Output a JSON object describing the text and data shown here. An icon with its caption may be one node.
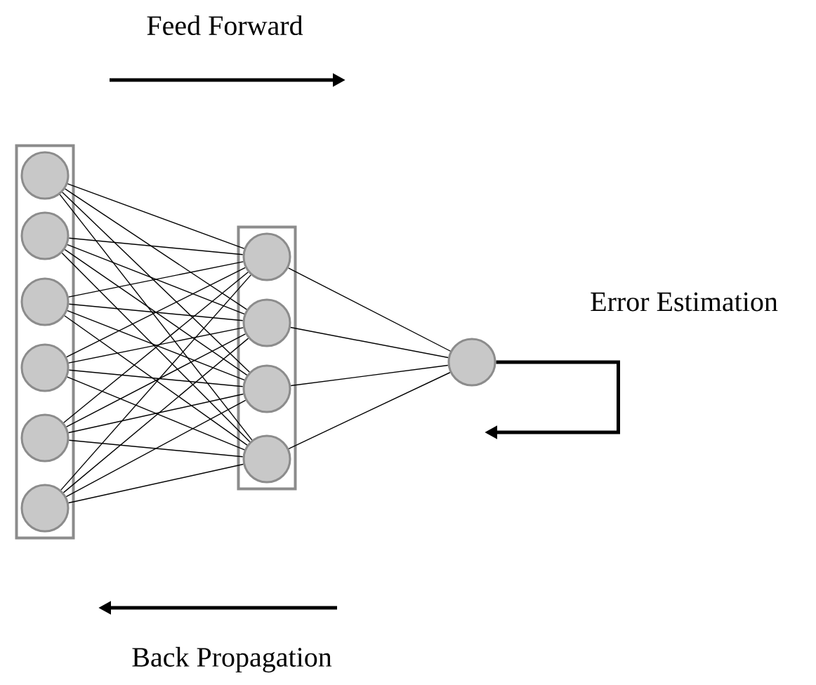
{
  "diagram": {
    "nodes": [
      {
        "text": [],
        "shape": "box"
      },
      {
        "text": [],
        "shape": "circle",
        "in": 0
      },
      {
        "text": [],
        "shape": "circle",
        "in": 0
      },
      {
        "text": [],
        "shape": "circle",
        "in": 0
      },
      {
        "text": [],
        "shape": "circle",
        "in": 0
      },
      {
        "text": [],
        "shape": "circle",
        "in": 0
      },
      {
        "text": [],
        "shape": "circle",
        "in": 0
      },
      {
        "text": [],
        "shape": "box"
      },
      {
        "text": [],
        "shape": "circle",
        "in": 7
      },
      {
        "text": [],
        "shape": "circle",
        "in": 7
      },
      {
        "text": [],
        "shape": "circle",
        "in": 7
      },
      {
        "text": [],
        "shape": "circle",
        "in": 7
      },
      {
        "text": [],
        "shape": "circle"
      }
    ],
    "edges": [
      {
        "from": 1,
        "to": 8,
        "arrow": "none"
      },
      {
        "from": 1,
        "to": 9,
        "arrow": "none"
      },
      {
        "from": 1,
        "to": 10,
        "arrow": "none"
      },
      {
        "from": 1,
        "to": 11,
        "arrow": "none"
      },
      {
        "from": 2,
        "to": 8,
        "arrow": "none"
      },
      {
        "from": 2,
        "to": 9,
        "arrow": "none"
      },
      {
        "from": 2,
        "to": 10,
        "arrow": "none"
      },
      {
        "from": 2,
        "to": 11,
        "arrow": "none"
      },
      {
        "from": 3,
        "to": 8,
        "arrow": "none"
      },
      {
        "from": 3,
        "to": 9,
        "arrow": "none"
      },
      {
        "from": 3,
        "to": 10,
        "arrow": "none"
      },
      {
        "from": 3,
        "to": 11,
        "arrow": "none"
      },
      {
        "from": 4,
        "to": 8,
        "arrow": "none"
      },
      {
        "from": 4,
        "to": 9,
        "arrow": "none"
      },
      {
        "from": 4,
        "to": 10,
        "arrow": "none"
      },
      {
        "from": 4,
        "to": 11,
        "arrow": "none"
      },
      {
        "from": 5,
        "to": 8,
        "arrow": "none"
      },
      {
        "from": 5,
        "to": 9,
        "arrow": "none"
      },
      {
        "from": 5,
        "to": 10,
        "arrow": "none"
      },
      {
        "from": 5,
        "to": 11,
        "arrow": "none"
      },
      {
        "from": 6,
        "to": 8,
        "arrow": "none"
      },
      {
        "from": 6,
        "to": 9,
        "arrow": "none"
      },
      {
        "from": 6,
        "to": 10,
        "arrow": "none"
      },
      {
        "from": 6,
        "to": 11,
        "arrow": "none"
      },
      {
        "from": 8,
        "to": 12,
        "arrow": "none"
      },
      {
        "from": 9,
        "to": 12,
        "arrow": "none"
      },
      {
        "from": 10,
        "to": 12,
        "arrow": "none"
      },
      {
        "from": 11,
        "to": 12,
        "arrow": "none"
      },
      {
        "from": 12,
        "to": null,
        "arrow": "to",
        "style": "thick"
      }
    ],
    "labels": [
      "Feed Forward",
      "Error Estimation",
      "Back Propagation"
    ]
  }
}
